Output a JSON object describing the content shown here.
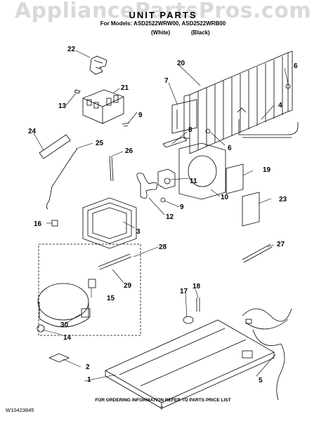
{
  "watermark": "AppliancePartsPros.com",
  "header": {
    "title": "UNIT PARTS",
    "models_line": "For Models: ASD2522WRW00, ASD2522WRB00",
    "variant_white": "(White)",
    "variant_black": "(Black)"
  },
  "callouts": [
    "1",
    "2",
    "3",
    "4",
    "5",
    "6",
    "6",
    "7",
    "8",
    "9",
    "9",
    "11",
    "12",
    "13",
    "14",
    "15",
    "16",
    "17",
    "18",
    "19",
    "20",
    "21",
    "22",
    "23",
    "24",
    "25",
    "26",
    "27",
    "28",
    "29",
    "30",
    "10"
  ],
  "footer": {
    "instruction": "FOR ORDERING INFORMATION REFER TO PARTS PRICE LIST",
    "page_number": "7",
    "document_number": "W10423845"
  }
}
